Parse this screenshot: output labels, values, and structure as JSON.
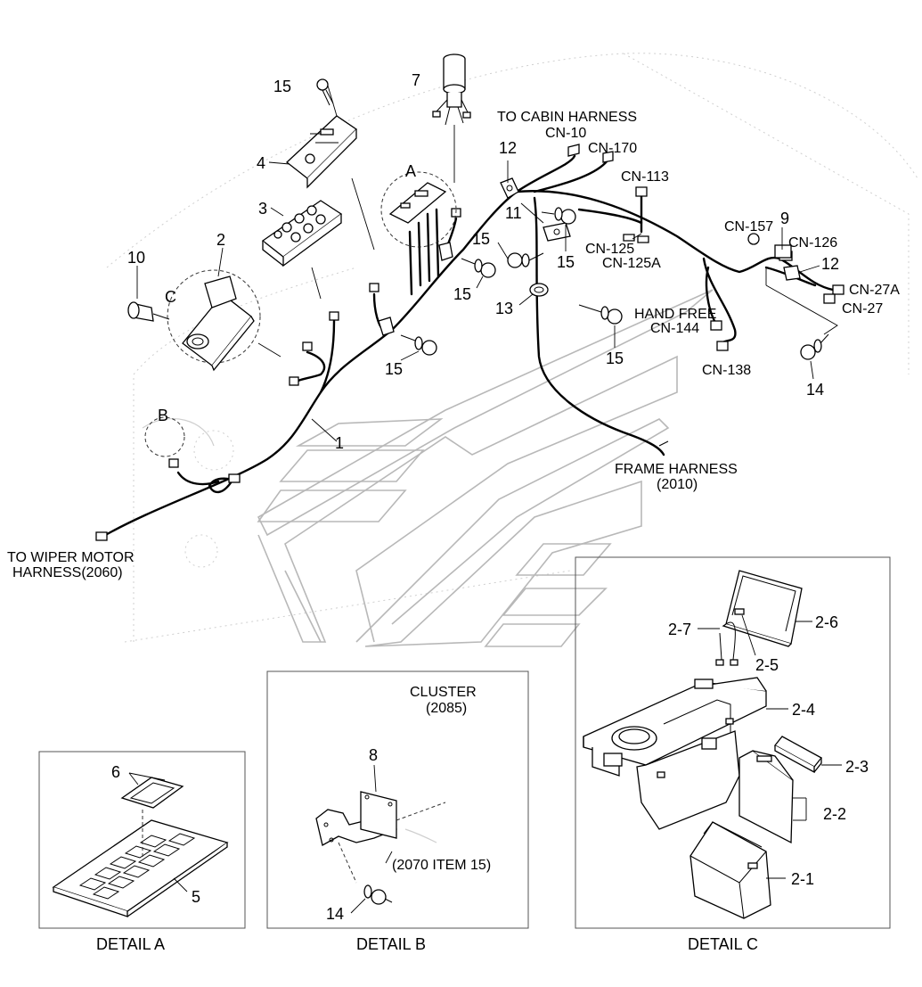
{
  "labels": {
    "to_cabin_harness": "TO CABIN HARNESS",
    "cn10": "CN-10",
    "cn170": "CN-170",
    "cn113": "CN-113",
    "cn125": "CN-125",
    "cn125a": "CN-125A",
    "cn157": "CN-157",
    "cn126": "CN-126",
    "cn27a": "CN-27A",
    "cn27": "CN-27",
    "hand_free": "HAND FREE",
    "cn144": "CN-144",
    "cn138": "CN-138",
    "frame_harness": "FRAME HARNESS",
    "frame_harness_no": "(2010)",
    "to_wiper_motor": "TO WIPER MOTOR",
    "wiper_harness_no": "HARNESS(2060)",
    "cluster": "CLUSTER",
    "cluster_no": "(2085)",
    "item_ref": "(2070 ITEM 15)",
    "detail_a_letter": "A",
    "detail_b_letter": "B",
    "detail_c_letter": "C"
  },
  "part_numbers": {
    "p1": "1",
    "p2": "2",
    "p3": "3",
    "p4": "4",
    "p7": "7",
    "p9": "9",
    "p10": "10",
    "p11": "11",
    "p12a": "12",
    "p12b": "12",
    "p13": "13",
    "p14": "14",
    "p15_top": "15",
    "p15_a": "15",
    "p15_b": "15",
    "p15_c": "15",
    "p15_d": "15",
    "p15_e": "15",
    "da_6": "6",
    "da_5": "5",
    "db_8": "8",
    "db_14": "14",
    "dc_2_1": "2-1",
    "dc_2_2": "2-2",
    "dc_2_3": "2-3",
    "dc_2_4": "2-4",
    "dc_2_5": "2-5",
    "dc_2_6": "2-6",
    "dc_2_7": "2-7"
  },
  "captions": {
    "detail_a": "DETAIL  A",
    "detail_b": "DETAIL  B",
    "detail_c": "DETAIL C"
  }
}
